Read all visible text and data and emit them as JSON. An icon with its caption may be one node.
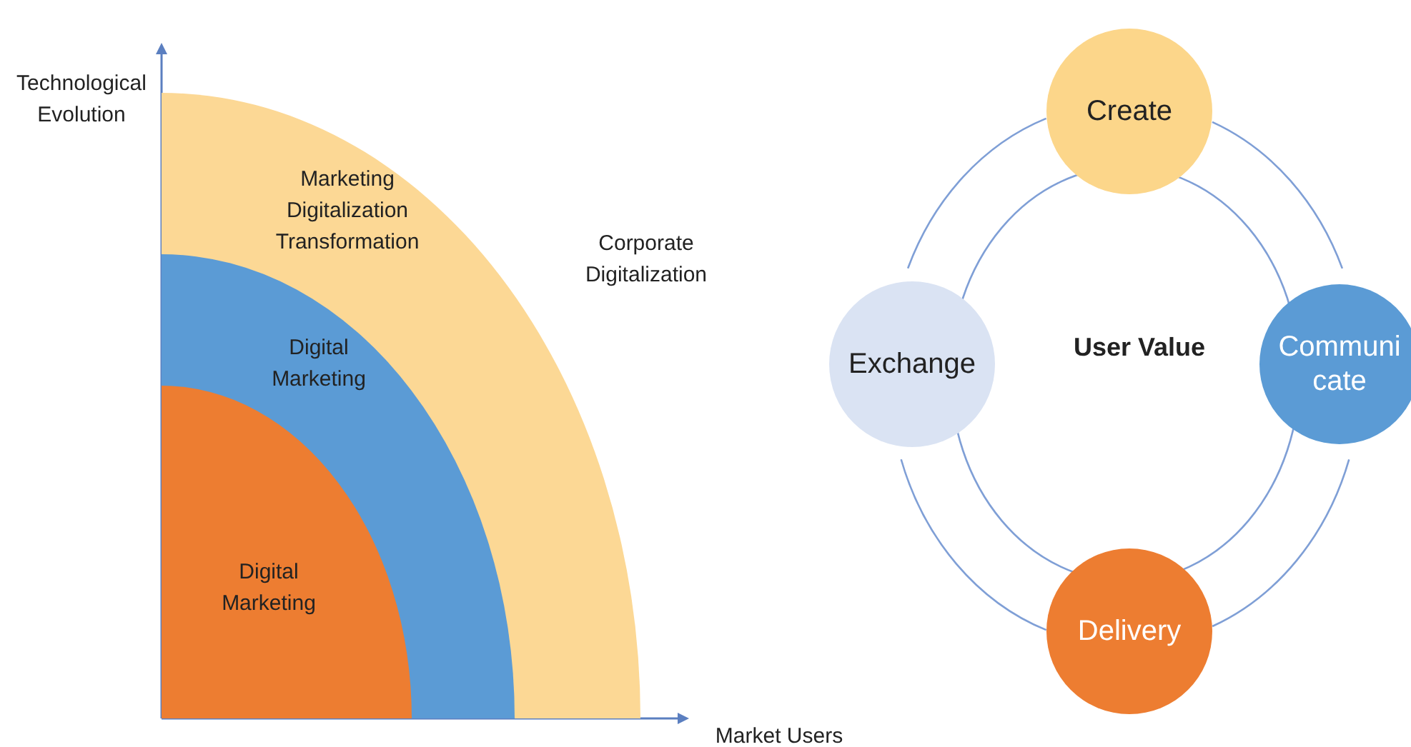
{
  "diagram": {
    "nodes": [
      {
        "text": [
          "Marketing Digitalization Transformation"
        ]
      },
      {
        "text": [
          "Digital Marketing"
        ],
        "in": 0
      },
      {
        "text": [
          "Digital Marketing"
        ],
        "in": 1
      },
      {
        "text": [
          "Create"
        ]
      },
      {
        "text": [
          "Exchange"
        ]
      },
      {
        "text": [
          "Communi cate"
        ]
      },
      {
        "text": [
          "Delivery"
        ]
      }
    ],
    "edges": [
      {
        "from": 3,
        "to": 5,
        "arrow": "none"
      },
      {
        "from": 5,
        "to": 6,
        "arrow": "none"
      },
      {
        "from": 6,
        "to": 4,
        "arrow": "none"
      },
      {
        "from": 4,
        "to": 3,
        "arrow": "none"
      }
    ],
    "labels": [
      "Technological Evolution",
      "Corporate Digitalization",
      "User Value",
      "Market Users"
    ]
  }
}
